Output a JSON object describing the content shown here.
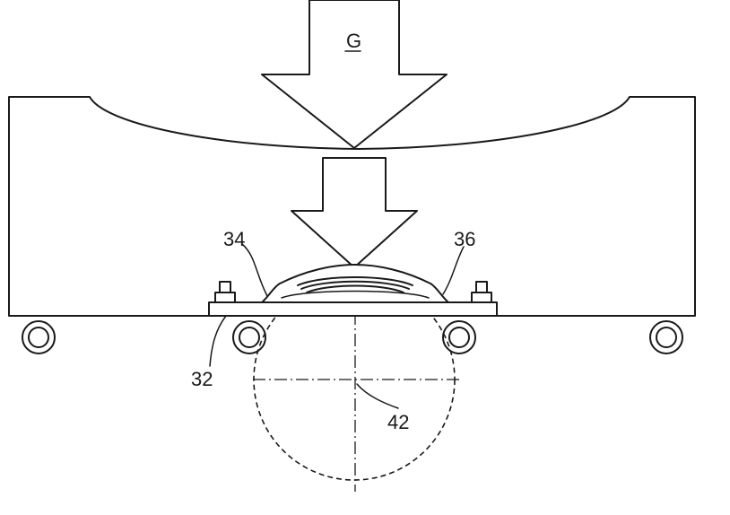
{
  "labels": {
    "load": "G",
    "left_profile": "34",
    "right_profile": "36",
    "base_plate": "32",
    "axis": "42"
  },
  "colors": {
    "line": "#1a1a1a",
    "background": "#ffffff"
  }
}
